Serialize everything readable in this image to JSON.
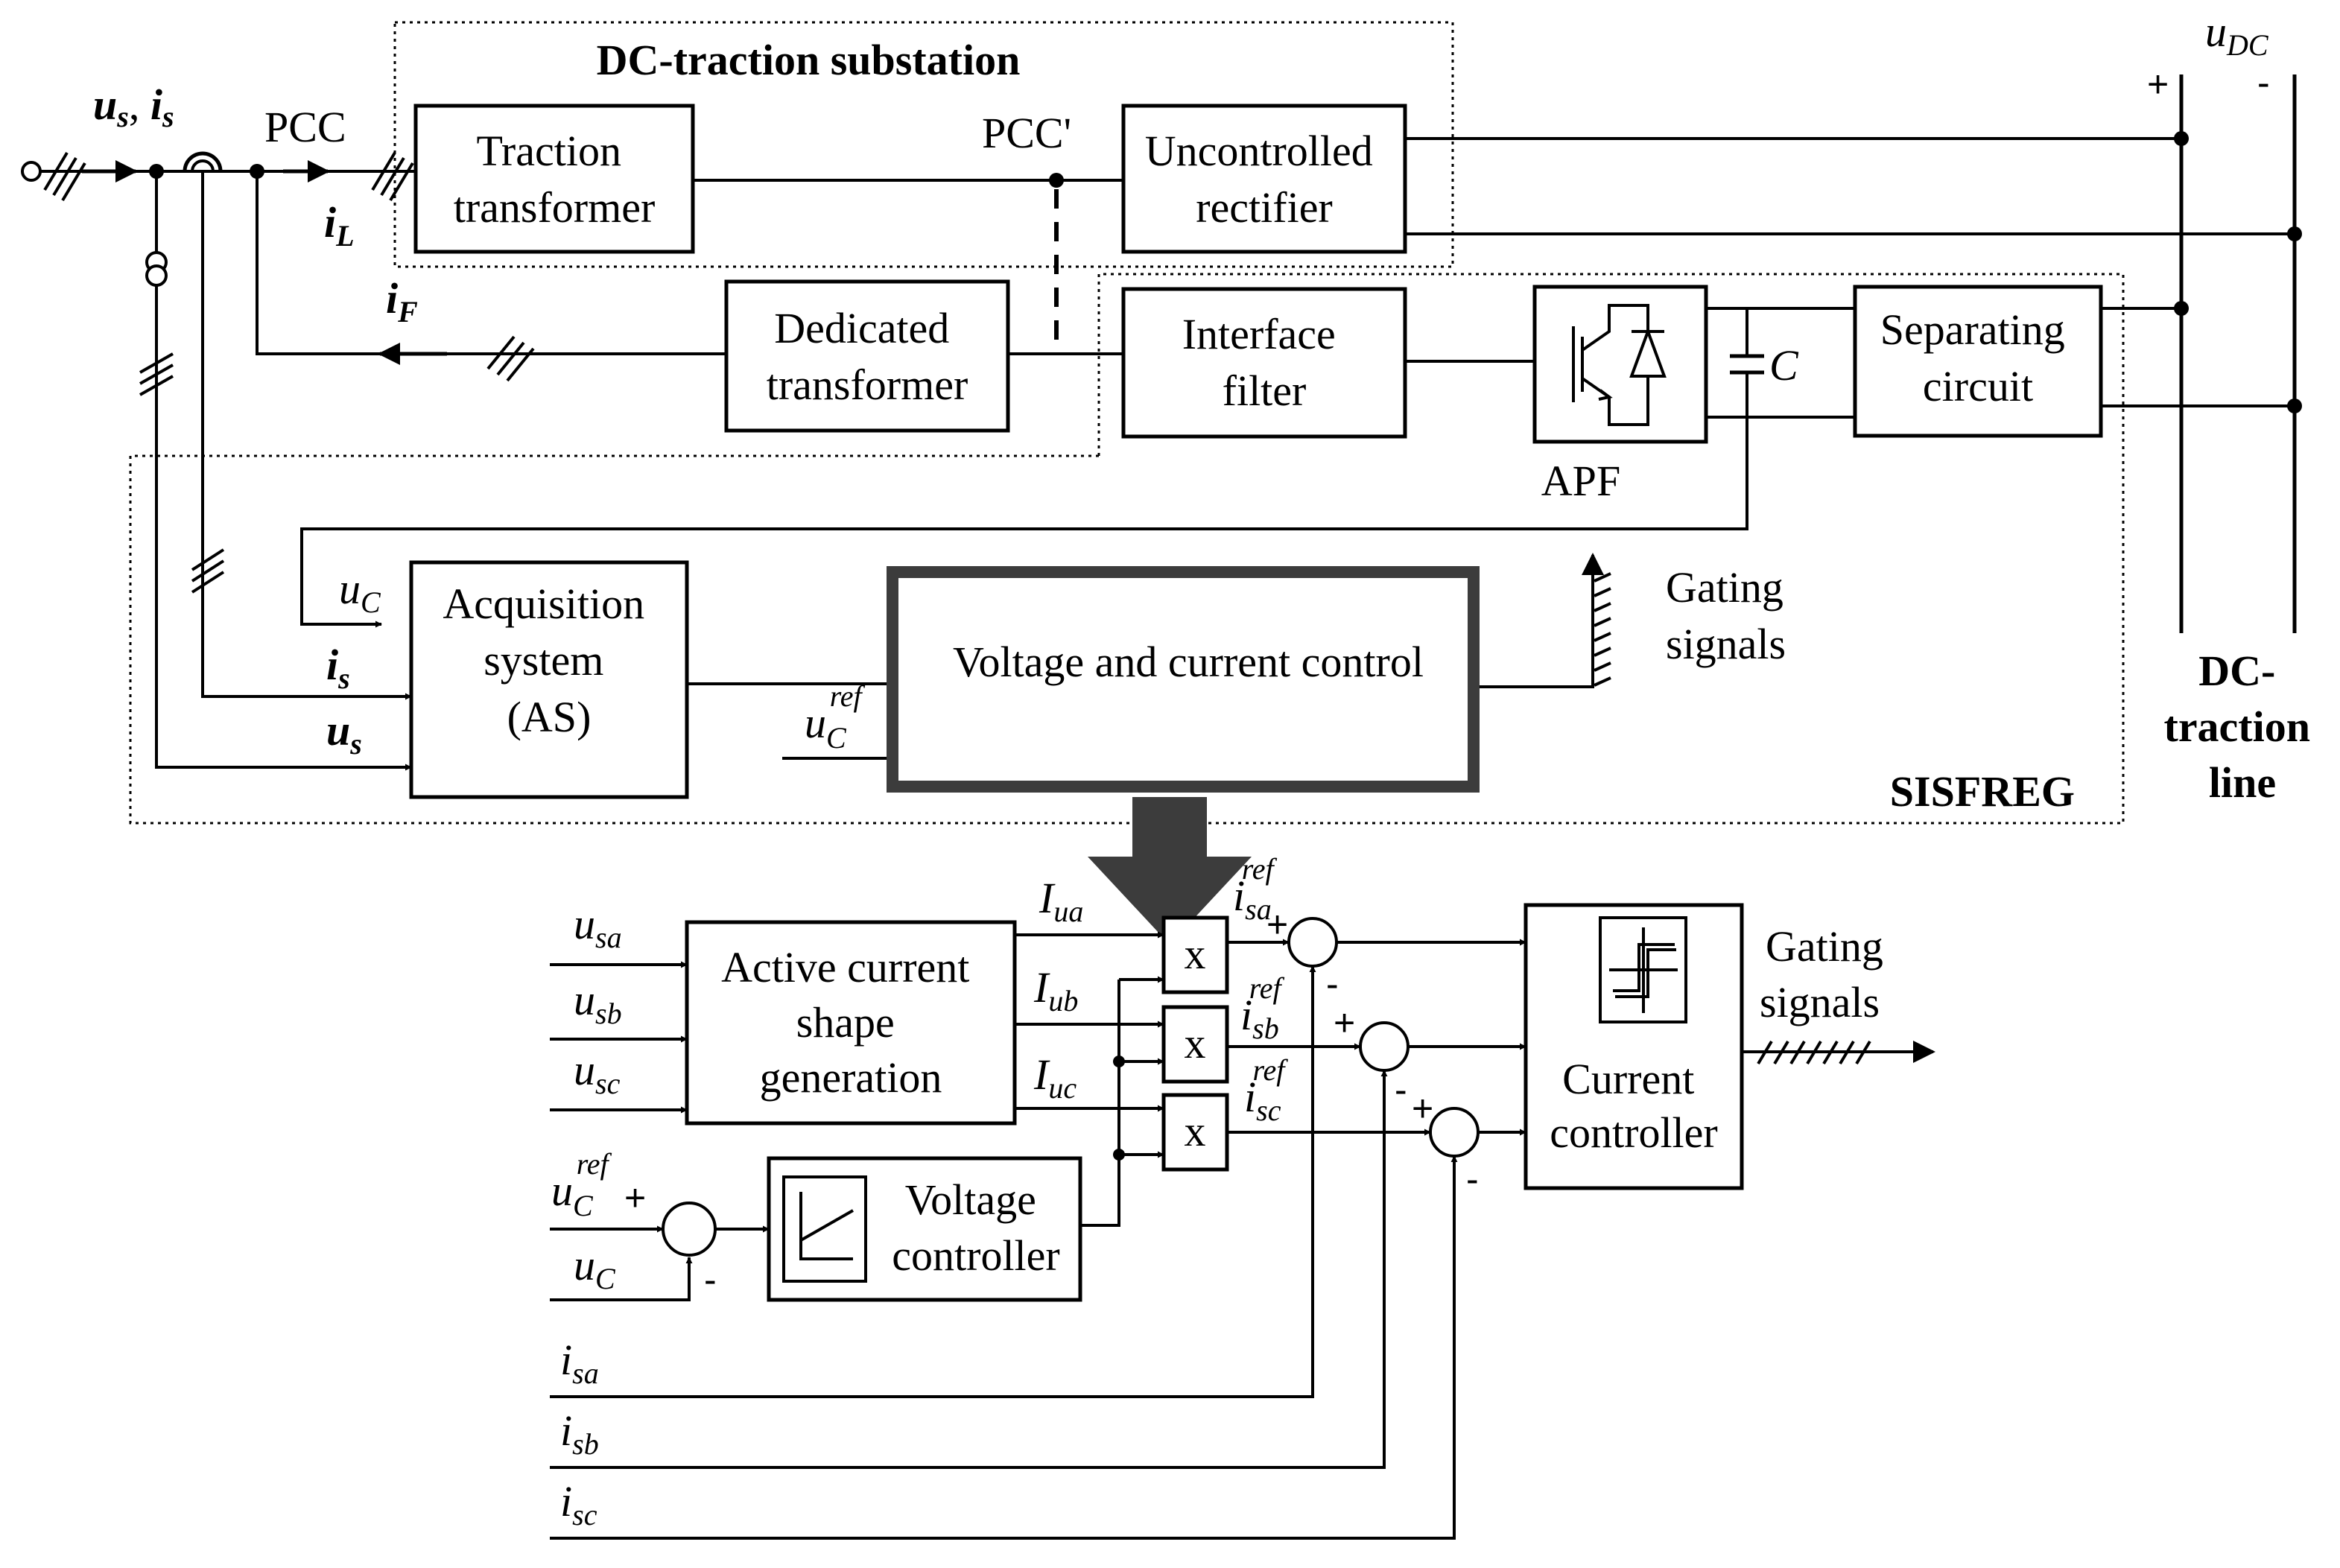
{
  "substation_title": "DC-traction substation",
  "sisfreg_title": "SISFREG",
  "nodes": {
    "pcc": "PCC",
    "pcc_prime": "PCC'"
  },
  "signals": {
    "us_is": {
      "u": "u",
      "u_sub": "s",
      "sep": ", ",
      "i": "i",
      "i_sub": "s"
    },
    "il": {
      "base": "i",
      "sub": "L"
    },
    "if": {
      "base": "i",
      "sub": "F"
    },
    "udc": {
      "base": "u",
      "sub": "DC"
    },
    "uc_in": {
      "base": "u",
      "sub": "C"
    },
    "is_in": {
      "base": "i",
      "sub": "s"
    },
    "us_in": {
      "base": "u",
      "sub": "s"
    },
    "ucref_top": {
      "base": "u",
      "sub": "C",
      "sup": "ref"
    },
    "usa": {
      "base": "u",
      "sub": "sa"
    },
    "usb": {
      "base": "u",
      "sub": "sb"
    },
    "usc": {
      "base": "u",
      "sub": "sc"
    },
    "ucref": {
      "base": "u",
      "sub": "C",
      "sup": "ref"
    },
    "uc": {
      "base": "u",
      "sub": "C"
    },
    "iua": {
      "base": "I",
      "sub": "ua"
    },
    "iub": {
      "base": "I",
      "sub": "ub"
    },
    "iuc": {
      "base": "I",
      "sub": "uc"
    },
    "isaref": {
      "base": "i",
      "sub": "sa",
      "sup": "ref"
    },
    "isbref": {
      "base": "i",
      "sub": "sb",
      "sup": "ref"
    },
    "iscref": {
      "base": "i",
      "sub": "sc",
      "sup": "ref"
    },
    "isa": {
      "base": "i",
      "sub": "sa"
    },
    "isb": {
      "base": "i",
      "sub": "sb"
    },
    "isc": {
      "base": "i",
      "sub": "sc"
    }
  },
  "blocks": {
    "traction_transformer": [
      "Traction",
      "transformer"
    ],
    "uncontrolled_rectifier": [
      "Uncontrolled",
      "rectifier"
    ],
    "dedicated_transformer": [
      "Dedicated",
      "transformer"
    ],
    "interface_filter": [
      "Interface",
      "filter"
    ],
    "separating_circuit": [
      "Separating",
      "circuit"
    ],
    "apf": "APF",
    "capacitor": "C",
    "acquisition_system": [
      "Acquisition",
      "system",
      "(AS)"
    ],
    "voltage_current_control": "Voltage and current control",
    "active_current_shape": [
      "Active current",
      "shape",
      "generation"
    ],
    "voltage_controller": [
      "Voltage",
      "controller"
    ],
    "current_controller": [
      "Current",
      "controller"
    ],
    "multiplier": "x"
  },
  "labels": {
    "gating_signals_top": [
      "Gating",
      "signals"
    ],
    "gating_signals_bottom": [
      "Gating",
      "signals"
    ],
    "dc_traction_line": [
      "DC-",
      "traction",
      "line"
    ],
    "plus": "+",
    "minus": "-"
  }
}
